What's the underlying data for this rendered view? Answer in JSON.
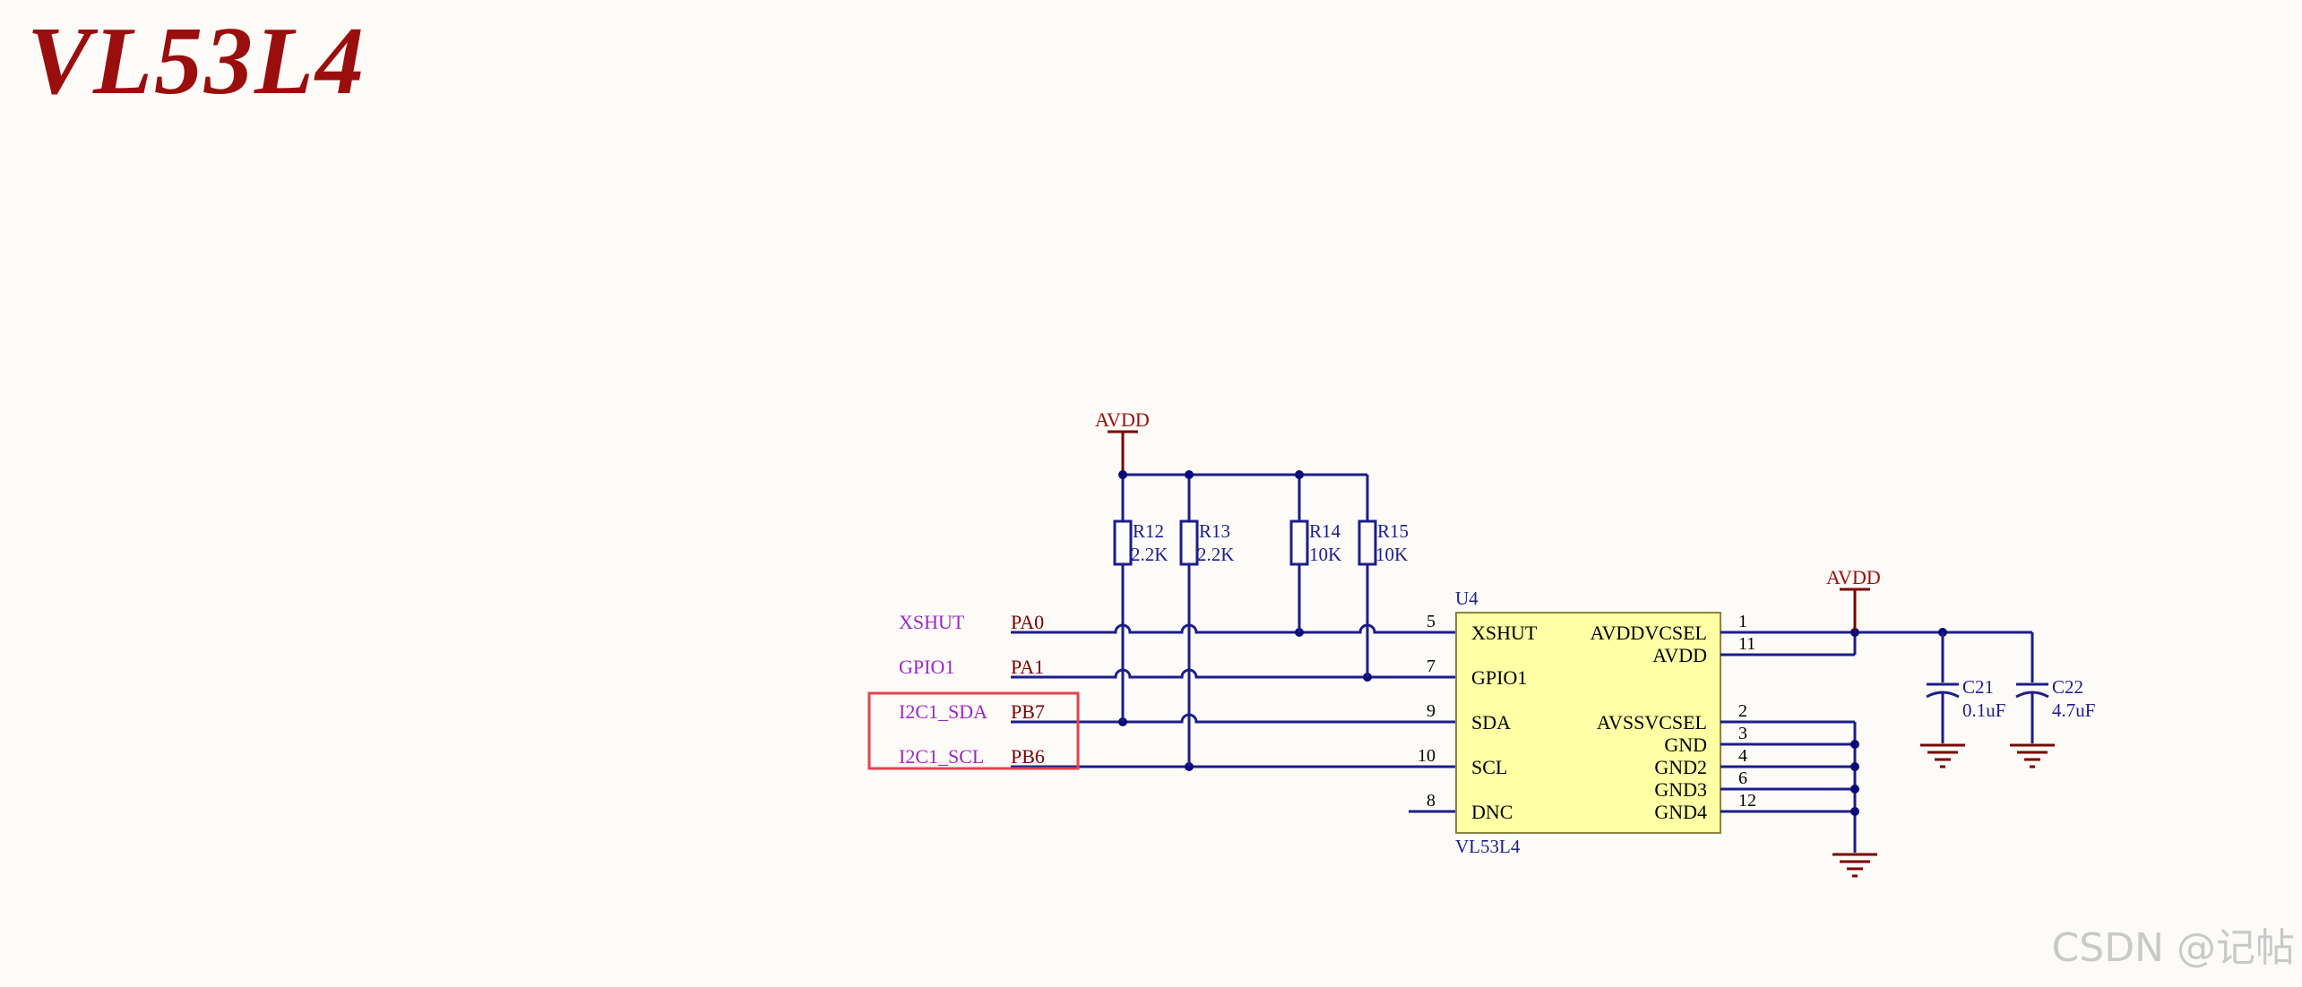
{
  "title": "VL53L4",
  "watermark": "CSDN @记帖",
  "colors": {
    "wire": "#1d1d8a",
    "title": "#9a0e0e",
    "net_label": "#9b27c9",
    "port_label": "#7a0000",
    "ic_fill": "#ffffa6",
    "highlight_box": "#e0454f"
  },
  "power": {
    "top": "AVDD",
    "right": "AVDD"
  },
  "resistors": [
    {
      "ref": "R12",
      "value": "2.2K"
    },
    {
      "ref": "R13",
      "value": "2.2K"
    },
    {
      "ref": "R14",
      "value": "10K"
    },
    {
      "ref": "R15",
      "value": "10K"
    }
  ],
  "capacitors": [
    {
      "ref": "C21",
      "value": "0.1uF"
    },
    {
      "ref": "C22",
      "value": "4.7uF"
    }
  ],
  "nets": [
    {
      "label": "XSHUT",
      "port": "PA0"
    },
    {
      "label": "GPIO1",
      "port": "PA1"
    },
    {
      "label": "I2C1_SDA",
      "port": "PB7"
    },
    {
      "label": "I2C1_SCL",
      "port": "PB6"
    }
  ],
  "ic": {
    "designator": "U4",
    "part": "VL53L4",
    "left_pins": [
      {
        "num": "5",
        "name": "XSHUT"
      },
      {
        "num": "7",
        "name": "GPIO1"
      },
      {
        "num": "9",
        "name": "SDA"
      },
      {
        "num": "10",
        "name": "SCL"
      },
      {
        "num": "8",
        "name": "DNC"
      }
    ],
    "right_pins": [
      {
        "num": "1",
        "name": "AVDDVCSEL"
      },
      {
        "num": "11",
        "name": "AVDD"
      },
      {
        "num": "2",
        "name": "AVSSVCSEL"
      },
      {
        "num": "3",
        "name": "GND"
      },
      {
        "num": "4",
        "name": "GND2"
      },
      {
        "num": "6",
        "name": "GND3"
      },
      {
        "num": "12",
        "name": "GND4"
      }
    ]
  }
}
